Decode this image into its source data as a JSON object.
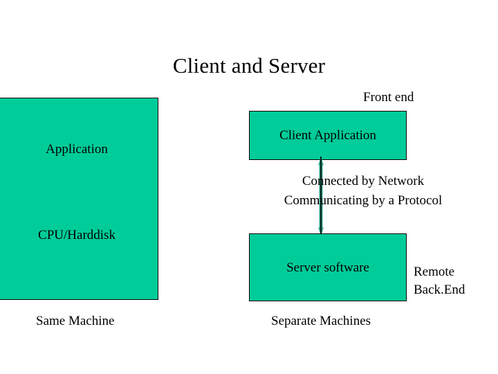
{
  "slide": {
    "title": "Client and Server",
    "background_color": "#FFFFFF",
    "box_fill_color": "#00CC99",
    "box_border_color": "#000000",
    "text_color": "#000000"
  },
  "same_machine_box": {
    "application_label": "Application",
    "cpu_label": "CPU/Harddisk",
    "caption": "Same Machine"
  },
  "separate_machines": {
    "front_end_label": "Front end",
    "client_box_label": "Client Application",
    "server_box_label": "Server software",
    "remote_label_line1": "Remote",
    "remote_label_line2": "Back.End",
    "caption": "Separate Machines"
  },
  "connector_note": {
    "line1": "Connected by Network",
    "line2": "Communicating by a Protocol"
  }
}
